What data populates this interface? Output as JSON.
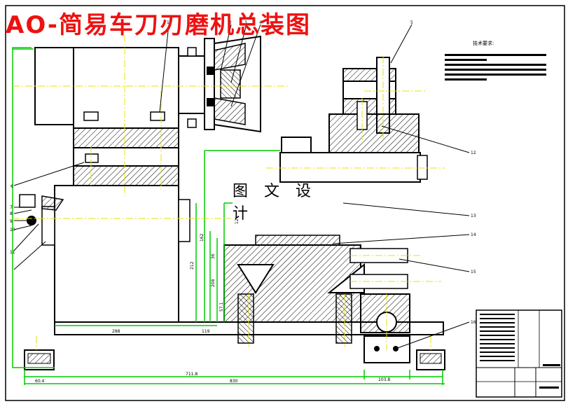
{
  "title": "AO-简易车刀刃磨机总装图",
  "watermark": "图 文 设 计",
  "technical_requirements_title": "技术要求:",
  "part_tags": [
    "1",
    "2",
    "3",
    "4",
    "5",
    "6",
    "7",
    "8",
    "9",
    "10",
    "11",
    "12",
    "13",
    "14",
    "15",
    "16"
  ],
  "dimensions": {
    "d_288": "288",
    "d_119": "119",
    "d_212": "212",
    "d_208": "208",
    "d_162": "162",
    "d_711_8": "711.8",
    "d_830": "830",
    "d_103_8": "103.8",
    "d_60_4": "60.4",
    "d_57_1": "57.1",
    "d_36": "36",
    "d_12": "12"
  },
  "colors": {
    "outline": "#000000",
    "dimension": "#00cc00",
    "centerline": "#e6e600",
    "title": "#ee1111",
    "hatch": "#000000"
  }
}
